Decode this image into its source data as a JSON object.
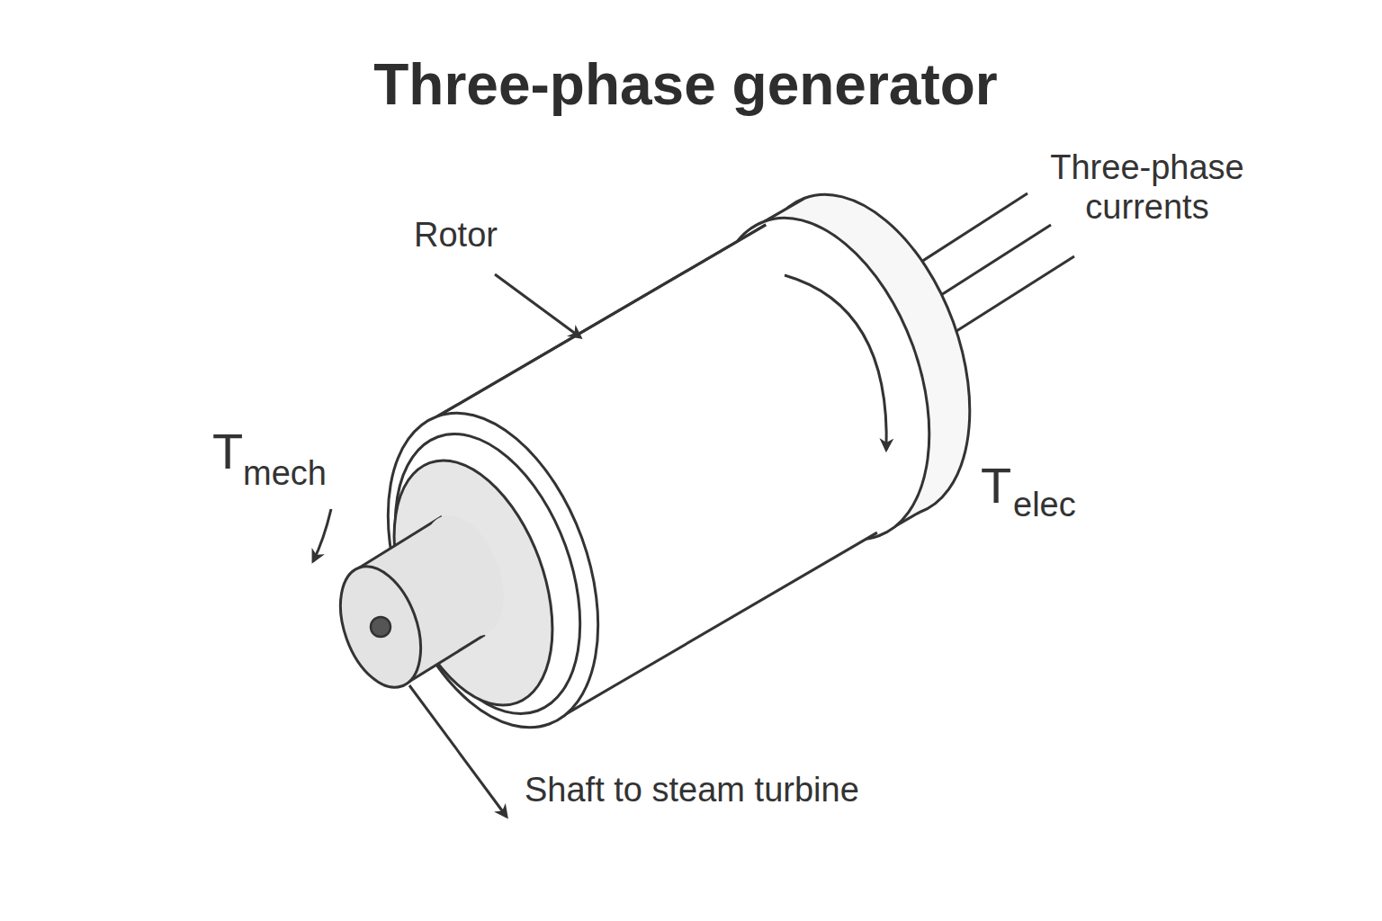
{
  "diagram": {
    "title": "Three-phase generator",
    "labels": [
      "Rotor",
      "Three-phase currents",
      "T",
      "mech",
      "T",
      "elec",
      "Shaft to steam turbine"
    ]
  }
}
